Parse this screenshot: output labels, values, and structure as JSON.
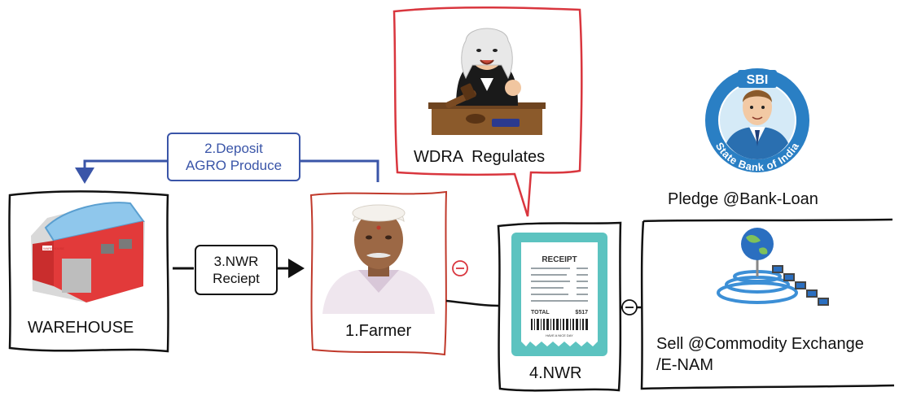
{
  "nodes": {
    "warehouse": {
      "label": "WAREHOUSE",
      "sign": "WAREHOUSE"
    },
    "farmer": {
      "label": "1.Farmer"
    },
    "nwr": {
      "label": "4.NWR"
    },
    "regulator": {
      "label": "WDRA  Regulates"
    }
  },
  "arrows": {
    "deposit": {
      "line1": "2.Deposit",
      "line2": "AGRO Produce"
    },
    "nwr_receipt": {
      "line1": "3.NWR",
      "line2": "Reciept"
    }
  },
  "receipt": {
    "header": "RECEIPT",
    "total_label": "TOTAL",
    "total_value": "$517",
    "footer": "HAVE A NICE DAY"
  },
  "outcomes": {
    "pledge": {
      "label": "Pledge @Bank-Loan"
    },
    "sell": {
      "line1": "Sell @Commodity Exchange",
      "line2": "/E-NAM"
    }
  },
  "bank_logo": {
    "badge": "SBI",
    "ring_text": "State Bank of India"
  },
  "colors": {
    "blue": "#3a55a8",
    "red": "#d9363e",
    "teal": "#5cc3c0"
  }
}
